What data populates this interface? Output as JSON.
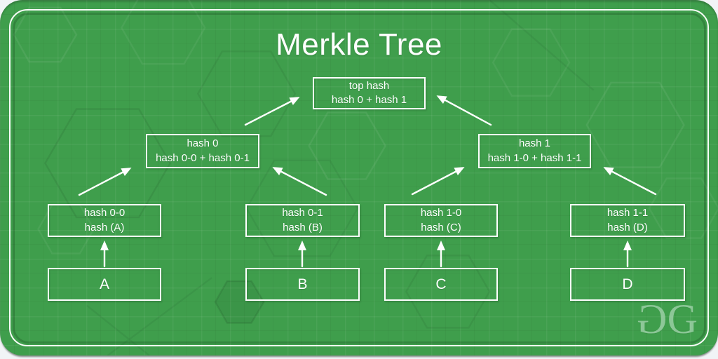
{
  "title": "Merkle Tree",
  "nodes": {
    "top": {
      "line1": "top hash",
      "line2": "hash 0 + hash 1"
    },
    "hash0": {
      "line1": "hash 0",
      "line2": "hash 0-0 + hash 0-1"
    },
    "hash1": {
      "line1": "hash 1",
      "line2": "hash 1-0 + hash 1-1"
    },
    "hash00": {
      "line1": "hash 0-0",
      "line2": "hash (A)"
    },
    "hash01": {
      "line1": "hash 0-1",
      "line2": "hash (B)"
    },
    "hash10": {
      "line1": "hash 1-0",
      "line2": "hash (C)"
    },
    "hash11": {
      "line1": "hash 1-1",
      "line2": "hash (D)"
    },
    "leafA": "A",
    "leafB": "B",
    "leafC": "C",
    "leafD": "D"
  },
  "logo": {
    "g1": "G",
    "g2": "G"
  },
  "colors": {
    "background": "#3f9e4c",
    "line": "#ffffff",
    "text": "#ffffff",
    "logo": "#a6d5b0"
  }
}
